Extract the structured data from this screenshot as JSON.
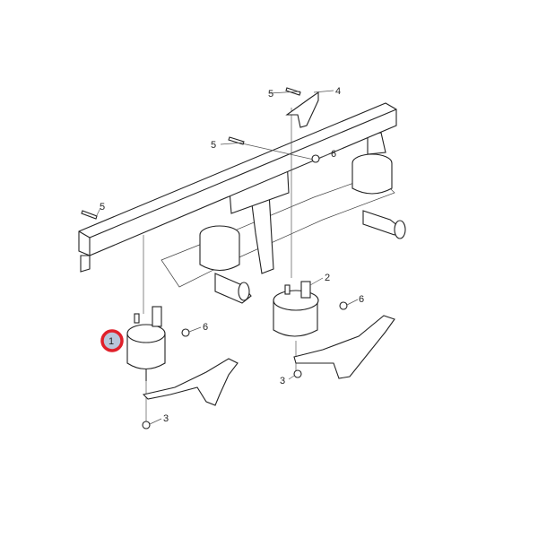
{
  "diagram": {
    "callouts": [
      {
        "id": "callout-1",
        "label": "1",
        "highlighted": true
      },
      {
        "id": "callout-2",
        "label": "2"
      },
      {
        "id": "callout-3-left",
        "label": "3"
      },
      {
        "id": "callout-3-right",
        "label": "3"
      },
      {
        "id": "callout-4",
        "label": "4"
      },
      {
        "id": "callout-5-top",
        "label": "5"
      },
      {
        "id": "callout-5-mid",
        "label": "5"
      },
      {
        "id": "callout-5-left",
        "label": "5"
      },
      {
        "id": "callout-6-top",
        "label": "6"
      },
      {
        "id": "callout-6-right",
        "label": "6"
      },
      {
        "id": "callout-6-left",
        "label": "6"
      }
    ],
    "highlight_color": "#e0202a",
    "highlight_fill": "#b9c6da"
  }
}
